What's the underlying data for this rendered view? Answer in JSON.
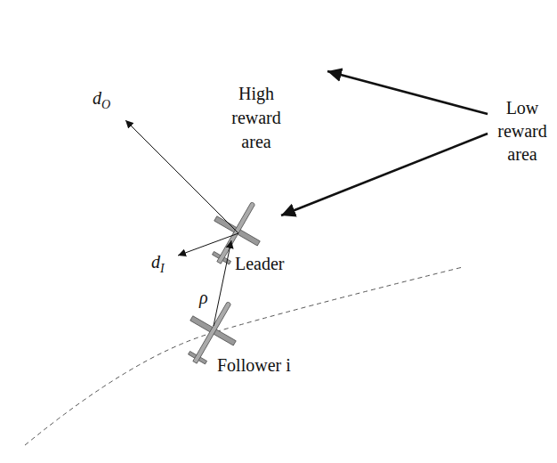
{
  "diagram": {
    "nodes": [
      {
        "text": [
          "High reward area"
        ]
      },
      {
        "text": [
          "Leader"
        ],
        "in": 0
      }
    ],
    "labels": [
      "Low reward area",
      "dO",
      "dI",
      "ρ",
      "Follower i"
    ]
  }
}
